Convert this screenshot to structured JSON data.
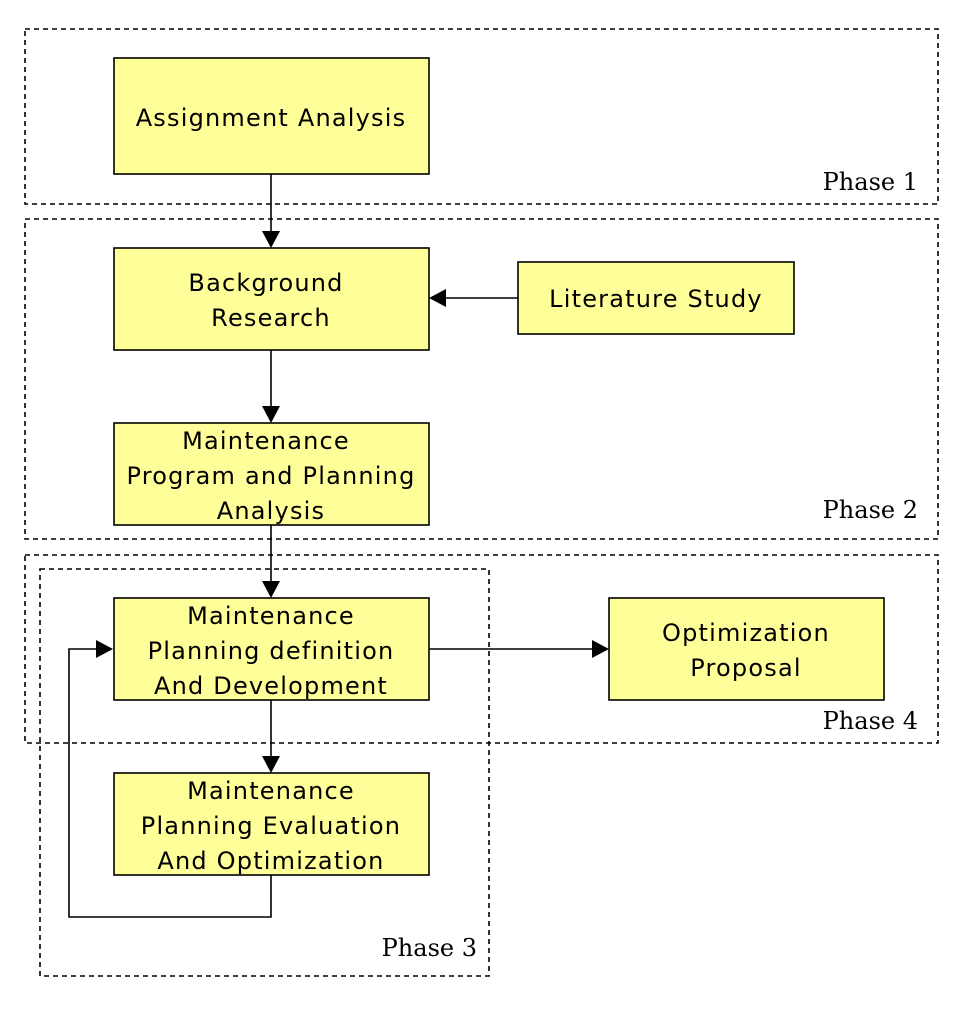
{
  "phases": {
    "phase1": "Phase 1",
    "phase2": "Phase 2",
    "phase3": "Phase 3",
    "phase4": "Phase 4"
  },
  "steps": {
    "assignment_analysis": [
      "Assignment Analysis"
    ],
    "background_research": [
      "Background",
      "Research"
    ],
    "literature_study": [
      "Literature Study"
    ],
    "program_planning_analysis": [
      "Maintenance",
      "Program and Planning",
      "Analysis"
    ],
    "planning_definition": [
      "Maintenance",
      "Planning definition",
      "And Development"
    ],
    "optimization_proposal": [
      "Optimization",
      "Proposal"
    ],
    "planning_evaluation": [
      "Maintenance",
      "Planning Evaluation",
      "And Optimization"
    ]
  },
  "colors": {
    "box_fill": "#ffff99",
    "line": "#000000"
  }
}
